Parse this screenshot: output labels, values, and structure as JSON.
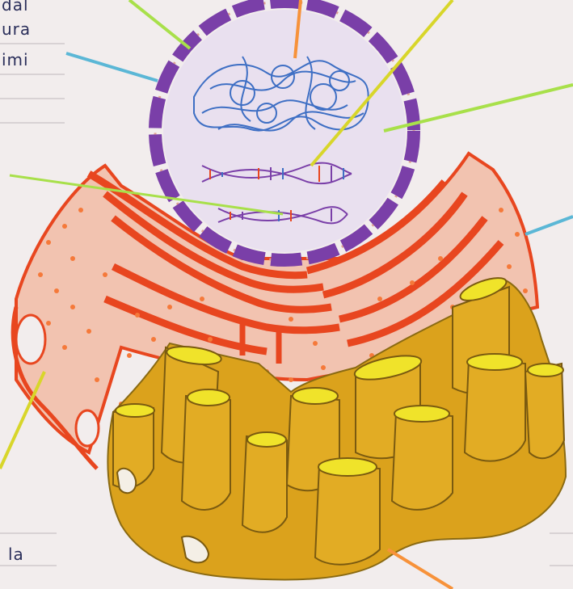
{
  "labels": {
    "left_top_1": "dal",
    "left_top_2": "ura",
    "left_top_3": "imi",
    "left_bottom": "la"
  },
  "colors": {
    "paper": "#f2eded",
    "notebook_line": "#c9c3c6",
    "nuclear_envelope": "#7a3fa8",
    "nucleus_fill": "#e7def0",
    "chromatin": "#3e6fc4",
    "er_membrane": "#e8461f",
    "er_fill": "#f1c0ad",
    "ribosome": "#f5793a",
    "golgi_fill": "#dba21c",
    "golgi_top": "#f0e32a",
    "arrow_green": "#a8e04a",
    "arrow_blue": "#5bb7d6",
    "arrow_orange": "#f7923a",
    "arrow_yellow": "#d8d62a"
  },
  "icons": {
    "nucleus": "nucleus-icon",
    "dna": "dna-double-helix-icon",
    "er": "endoplasmic-reticulum-icon",
    "golgi": "golgi-apparatus-icon"
  }
}
